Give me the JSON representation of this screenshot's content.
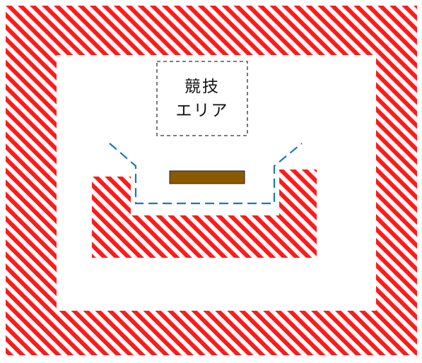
{
  "competition_area": {
    "line1": "競技",
    "line2": "エリア"
  },
  "colors": {
    "hatch_red": "#ff1a1a",
    "hatch_white": "#ffffff",
    "barrier_line": "#1f77b4",
    "table": "#8b5a00",
    "table_border": "#222222",
    "dashed_box": "#333333"
  },
  "icons": [
    "hatched-restricted-zone",
    "dashed-barrier",
    "table-bar"
  ]
}
